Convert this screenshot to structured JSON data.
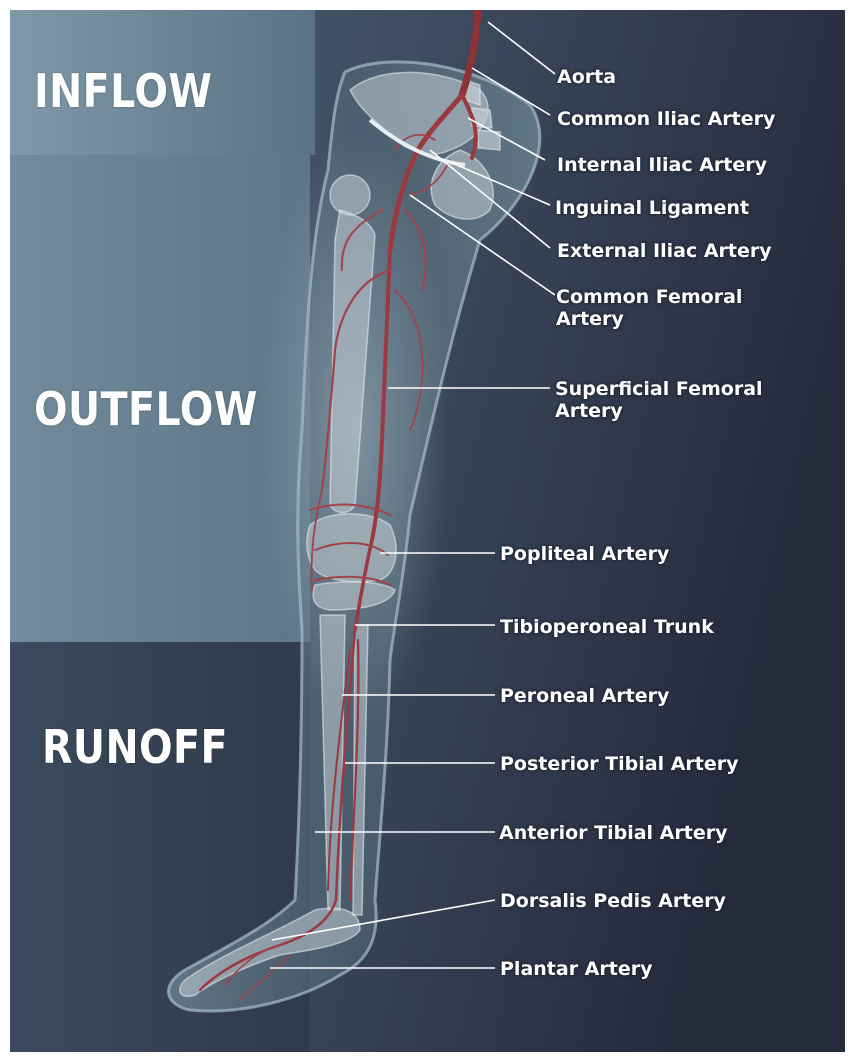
{
  "sections": {
    "inflow": "INFLOW",
    "outflow": "OUTFLOW",
    "runoff": "RUNOFF"
  },
  "labels": {
    "aorta": [
      "Aorta"
    ],
    "common_iliac": [
      "Common Iliac Artery"
    ],
    "internal_iliac": [
      "Internal Iliac Artery"
    ],
    "inguinal_ligament": [
      "Inguinal Ligament"
    ],
    "external_iliac": [
      "External Iliac Artery"
    ],
    "common_femoral": [
      "Common Femoral",
      "Artery"
    ],
    "superficial_femoral": [
      "Superficial Femoral",
      "Artery"
    ],
    "popliteal": [
      "Popliteal Artery"
    ],
    "tibioperoneal": [
      "Tibioperoneal Trunk"
    ],
    "peroneal": [
      "Peroneal Artery"
    ],
    "posterior_tibial": [
      "Posterior Tibial Artery"
    ],
    "anterior_tibial": [
      "Anterior Tibial Artery"
    ],
    "dorsalis_pedis": [
      "Dorsalis Pedis Artery"
    ],
    "plantar": [
      "Plantar Artery"
    ]
  },
  "colors": {
    "artery": "#9a3a40",
    "bone": "#c8d2d8",
    "background_dark": "#2c3446",
    "band_light": "#6d8596"
  }
}
